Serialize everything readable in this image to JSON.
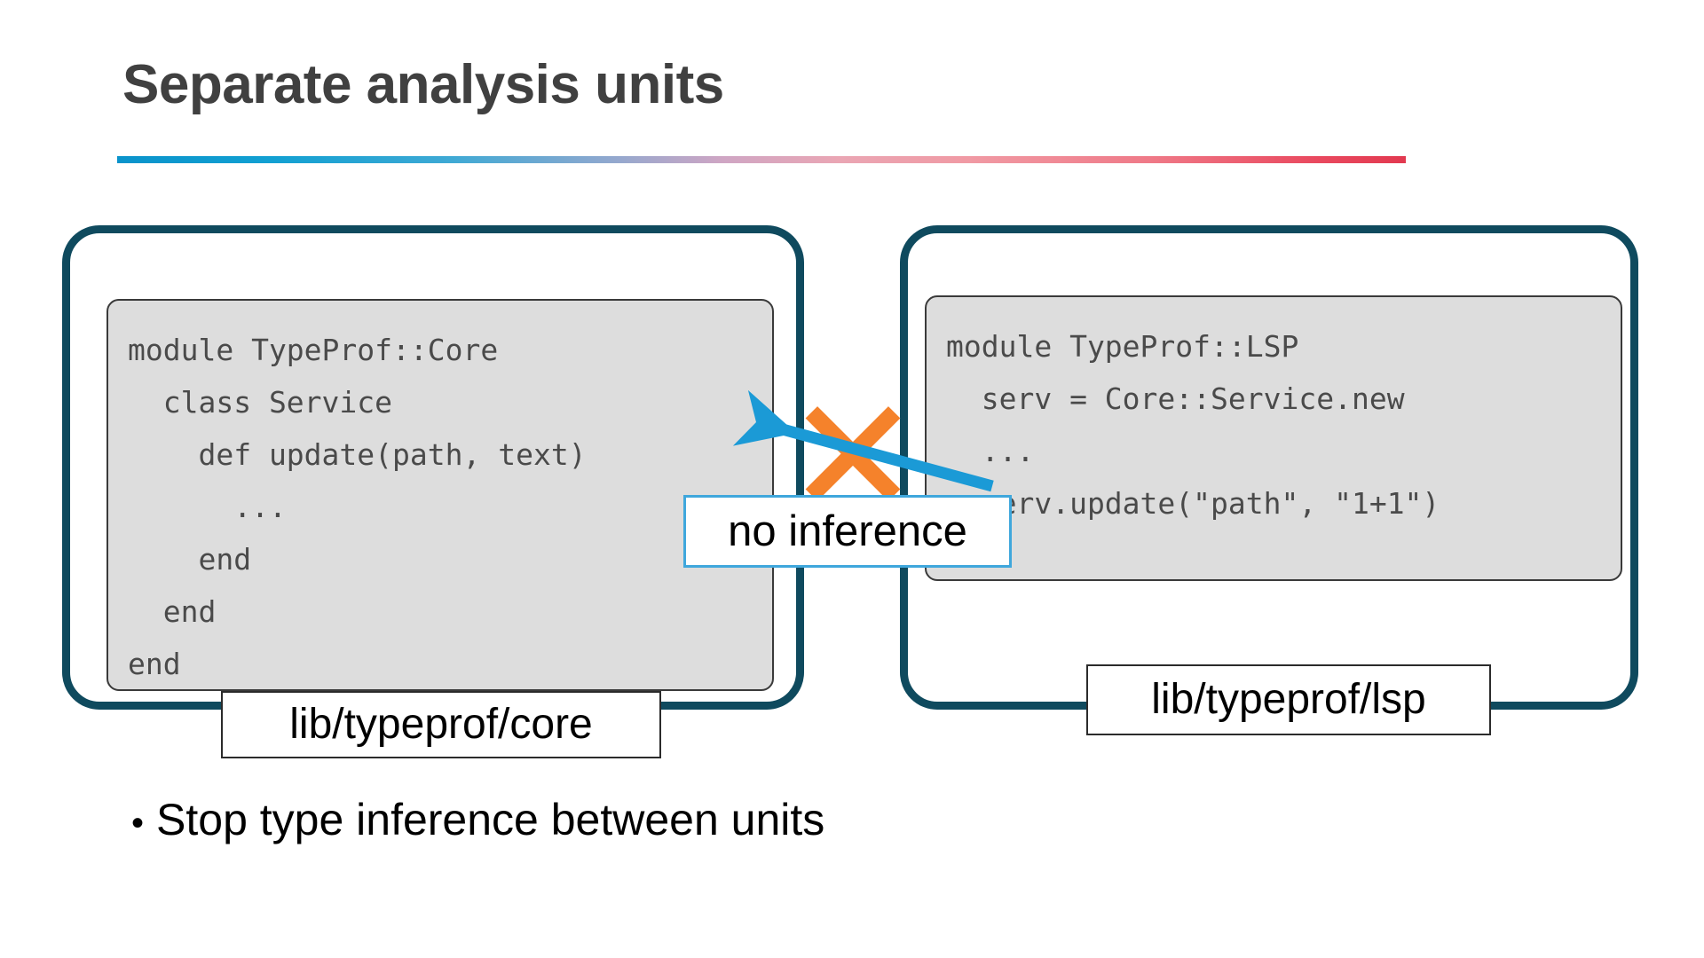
{
  "slide": {
    "title": "Separate analysis units",
    "background_color": "#ffffff",
    "title_color": "#404040",
    "rule_gradient_from": "#0a93cb",
    "rule_gradient_mid": "#cfa6c4",
    "rule_gradient_to": "#e23950"
  },
  "units": [
    {
      "id": "core",
      "frame_color": "#0f4a5e",
      "path_label": "lib/typeprof/core",
      "code_background": "#dddddd",
      "code_color": "#4a4a4a",
      "code": "module TypeProf::Core\n  class Service\n    def update(path, text)\n      ...\n    end\n  end\nend"
    },
    {
      "id": "lsp",
      "frame_color": "#0f4a5e",
      "path_label": "lib/typeprof/lsp",
      "code_background": "#dddddd",
      "code_color": "#4a4a4a",
      "code": "module TypeProf::LSP\n  serv = Core::Service.new\n  ...\n  serv.update(\"path\", \"1+1\")"
    }
  ],
  "annotation": {
    "callout_label": "no inference",
    "callout_border_color": "#3fa7dc",
    "arrow_color": "#1b9ad6",
    "cross_color": "#f5822b",
    "arrow_direction": "right-to-left"
  },
  "bullets": [
    {
      "marker": "•",
      "text": "Stop type inference between units"
    }
  ]
}
